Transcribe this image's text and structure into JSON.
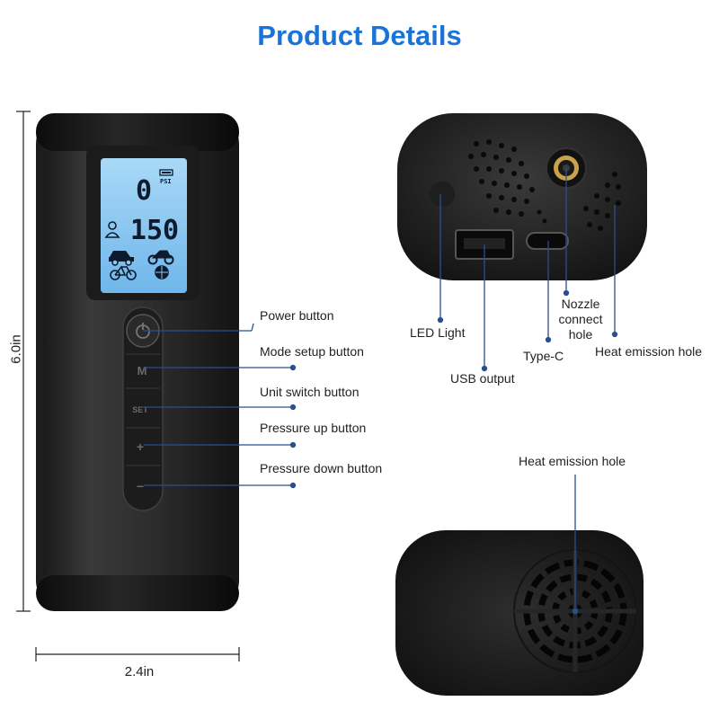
{
  "title": "Product Details",
  "dimensions": {
    "height": "6.0in",
    "width": "2.4in"
  },
  "display": {
    "pressure_value": "0",
    "pressure_unit": "PSI",
    "target_value": "150",
    "mode_icons": [
      "person-icon",
      "car-icon",
      "motorcycle-icon",
      "bicycle-icon",
      "ball-icon"
    ]
  },
  "device_buttons": {
    "mode": "M",
    "unit": "SET",
    "up": "+",
    "down": "−"
  },
  "front_labels": {
    "power": "Power button",
    "mode": "Mode setup button",
    "unit": "Unit switch button",
    "up": "Pressure up button",
    "down": "Pressure down button"
  },
  "top_labels": {
    "led": "LED Light",
    "usb": "USB output",
    "typec": "Type-C",
    "nozzle_line1": "Nozzle",
    "nozzle_line2": "connect",
    "nozzle_line3": "hole",
    "heat": "Heat emission hole"
  },
  "bottom_labels": {
    "heat": "Heat emission hole"
  },
  "colors": {
    "title": "#1a73d6",
    "leader": "#2a4f8f",
    "lcd": "#8cc8f2",
    "body": "#2b2b2b"
  }
}
